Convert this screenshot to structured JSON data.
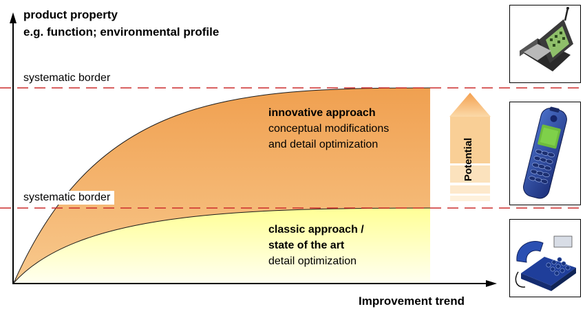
{
  "y_axis_title_line1": "product property",
  "y_axis_title_line2": "e.g. function; environmental profile",
  "x_axis_title": "Improvement trend",
  "borders": {
    "upper_label": "systematic border",
    "lower_label": "systematic border",
    "line_color": "#cc2b2b"
  },
  "innovative": {
    "title": "innovative approach",
    "line1": "conceptual modifications",
    "line2": "and detail optimization",
    "color": "#f2a455"
  },
  "classic": {
    "title_line1": "classic approach /",
    "title_line2": "state of the art",
    "line1": "detail optimization",
    "color": "#ffffa8"
  },
  "potential_label": "Potential",
  "products": [
    {
      "name": "pda-organizer",
      "icon": "pda-icon"
    },
    {
      "name": "mobile-phone",
      "icon": "mobile-phone-icon"
    },
    {
      "name": "desk-telephone",
      "icon": "desk-phone-icon"
    }
  ]
}
